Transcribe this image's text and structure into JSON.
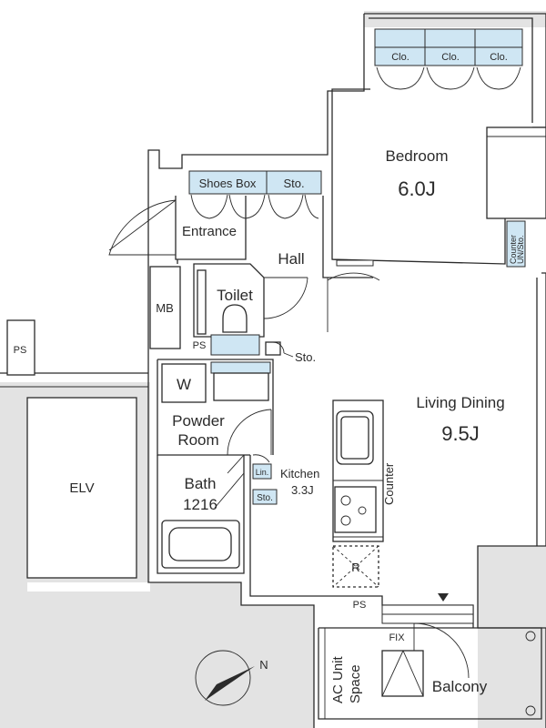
{
  "rooms": {
    "closet1": "Clo.",
    "closet2": "Clo.",
    "closet3": "Clo.",
    "bedroom_name": "Bedroom",
    "bedroom_size": "6.0J",
    "shoes_box": "Shoes Box",
    "hall_storage": "Sto.",
    "entrance": "Entrance",
    "hall": "Hall",
    "counter_storage": "Counter\nUN/Sto.",
    "counter_storage_line1": "Counter",
    "counter_storage_line2": "UN/Sto.",
    "mb": "MB",
    "toilet": "Toilet",
    "ps_toilet": "PS",
    "toilet_storage": "Sto.",
    "ps_left": "PS",
    "washer": "W",
    "powder_line1": "Powder",
    "powder_line2": "Room",
    "living_name": "Living Dining",
    "living_size": "9.5J",
    "linen": "Lin.",
    "kitchen_name": "Kitchen",
    "kitchen_size": "3.3J",
    "kitchen_storage": "Sto.",
    "counter": "Counter",
    "bath_name": "Bath",
    "bath_size": "1216",
    "elv": "ELV",
    "fridge": "R",
    "ps_kitchen": "PS",
    "fix": "FIX",
    "ac_line1": "AC Unit",
    "ac_line2": "Space",
    "balcony": "Balcony",
    "compass": "N"
  },
  "colors": {
    "wall": "#2b2b2b",
    "closet_fill": "#cfe6f3",
    "common_area": "#e3e3e3"
  }
}
